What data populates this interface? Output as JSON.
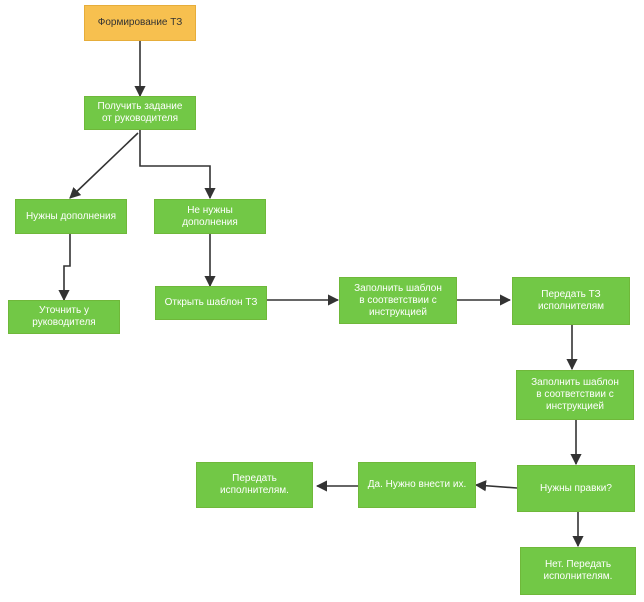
{
  "colors": {
    "node_fill": "#72c846",
    "start_fill": "#f7c04f",
    "node_text": "#ffffff",
    "connector": "#333333"
  },
  "nodes": {
    "start": "Формирование ТЗ",
    "get_task": "Получить задание\nот руководителя",
    "need_additions": "Нужны дополнения",
    "no_additions": "Не нужны\nдополнения",
    "clarify": "Уточнить у\nруководителя",
    "open_template": "Открыть шаблон ТЗ",
    "fill_template_1": "Заполнить шаблон\nв соответствии с\nинструкцией",
    "pass_to_executors": "Передать ТЗ\nисполнителям",
    "fill_template_2": "Заполнить шаблон\nв соответствии с\nинструкцией",
    "need_edits": "Нужны правки?",
    "yes_edits": "Да. Нужно внести их.",
    "pass_executors_yes": "Передать\nисполнителям.",
    "no_pass": "Нет. Передать\nисполнителям."
  }
}
